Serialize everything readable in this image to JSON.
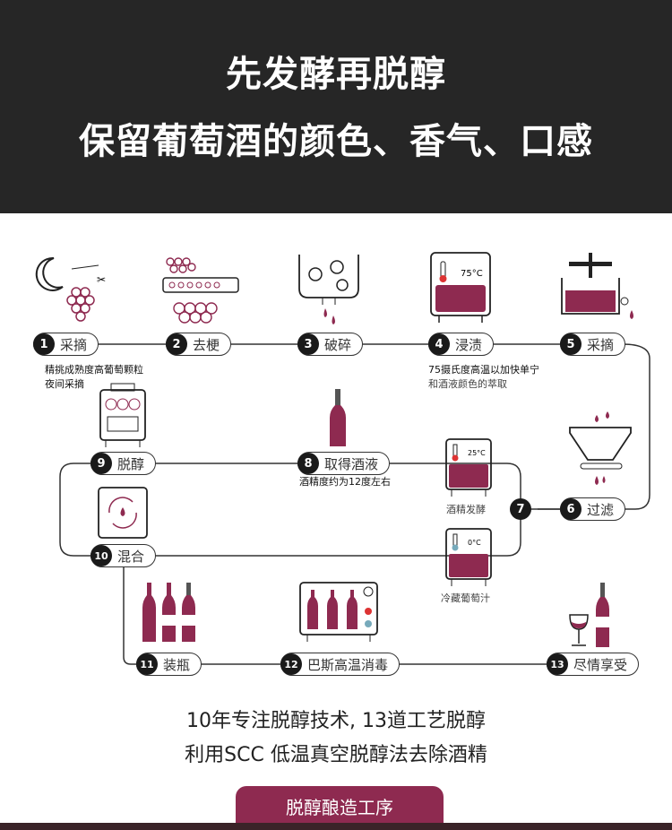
{
  "header": {
    "line1": "先发酵再脱醇",
    "line2": "保留葡萄酒的颜色、香气、口感"
  },
  "steps": [
    {
      "n": "1",
      "label": "采摘"
    },
    {
      "n": "2",
      "label": "去梗"
    },
    {
      "n": "3",
      "label": "破碎"
    },
    {
      "n": "4",
      "label": "浸渍"
    },
    {
      "n": "5",
      "label": "采摘"
    },
    {
      "n": "6",
      "label": "过滤"
    },
    {
      "n": "7",
      "label": ""
    },
    {
      "n": "8",
      "label": "取得酒液"
    },
    {
      "n": "9",
      "label": "脱醇"
    },
    {
      "n": "10",
      "label": "混合"
    },
    {
      "n": "11",
      "label": "装瓶"
    },
    {
      "n": "12",
      "label": "巴斯高温消毒"
    },
    {
      "n": "13",
      "label": "尽情享受"
    }
  ],
  "notes": {
    "step1_a": "精挑成熟度高葡萄颗粒",
    "step1_b": "夜间采摘",
    "step4_a": "75摄氏度高温以加快单宁",
    "step4_b": "和酒液颜色的萃取",
    "step8": "酒精度约为12度左右"
  },
  "tanks": {
    "warm_temp": "25°C",
    "warm_caption": "酒精发酵",
    "cold_temp": "0°C",
    "cold_caption": "冷藏葡萄汁",
    "maceration_temp": "75°C"
  },
  "bottom": {
    "line1": "10年专注脱醇技术, 13道工艺脱醇",
    "line2": "利用SCC 低温真空脱醇法去除酒精",
    "button": "脱醇酿造工序"
  },
  "colors": {
    "wine": "#8e2a50",
    "header_bg": "#262626"
  }
}
